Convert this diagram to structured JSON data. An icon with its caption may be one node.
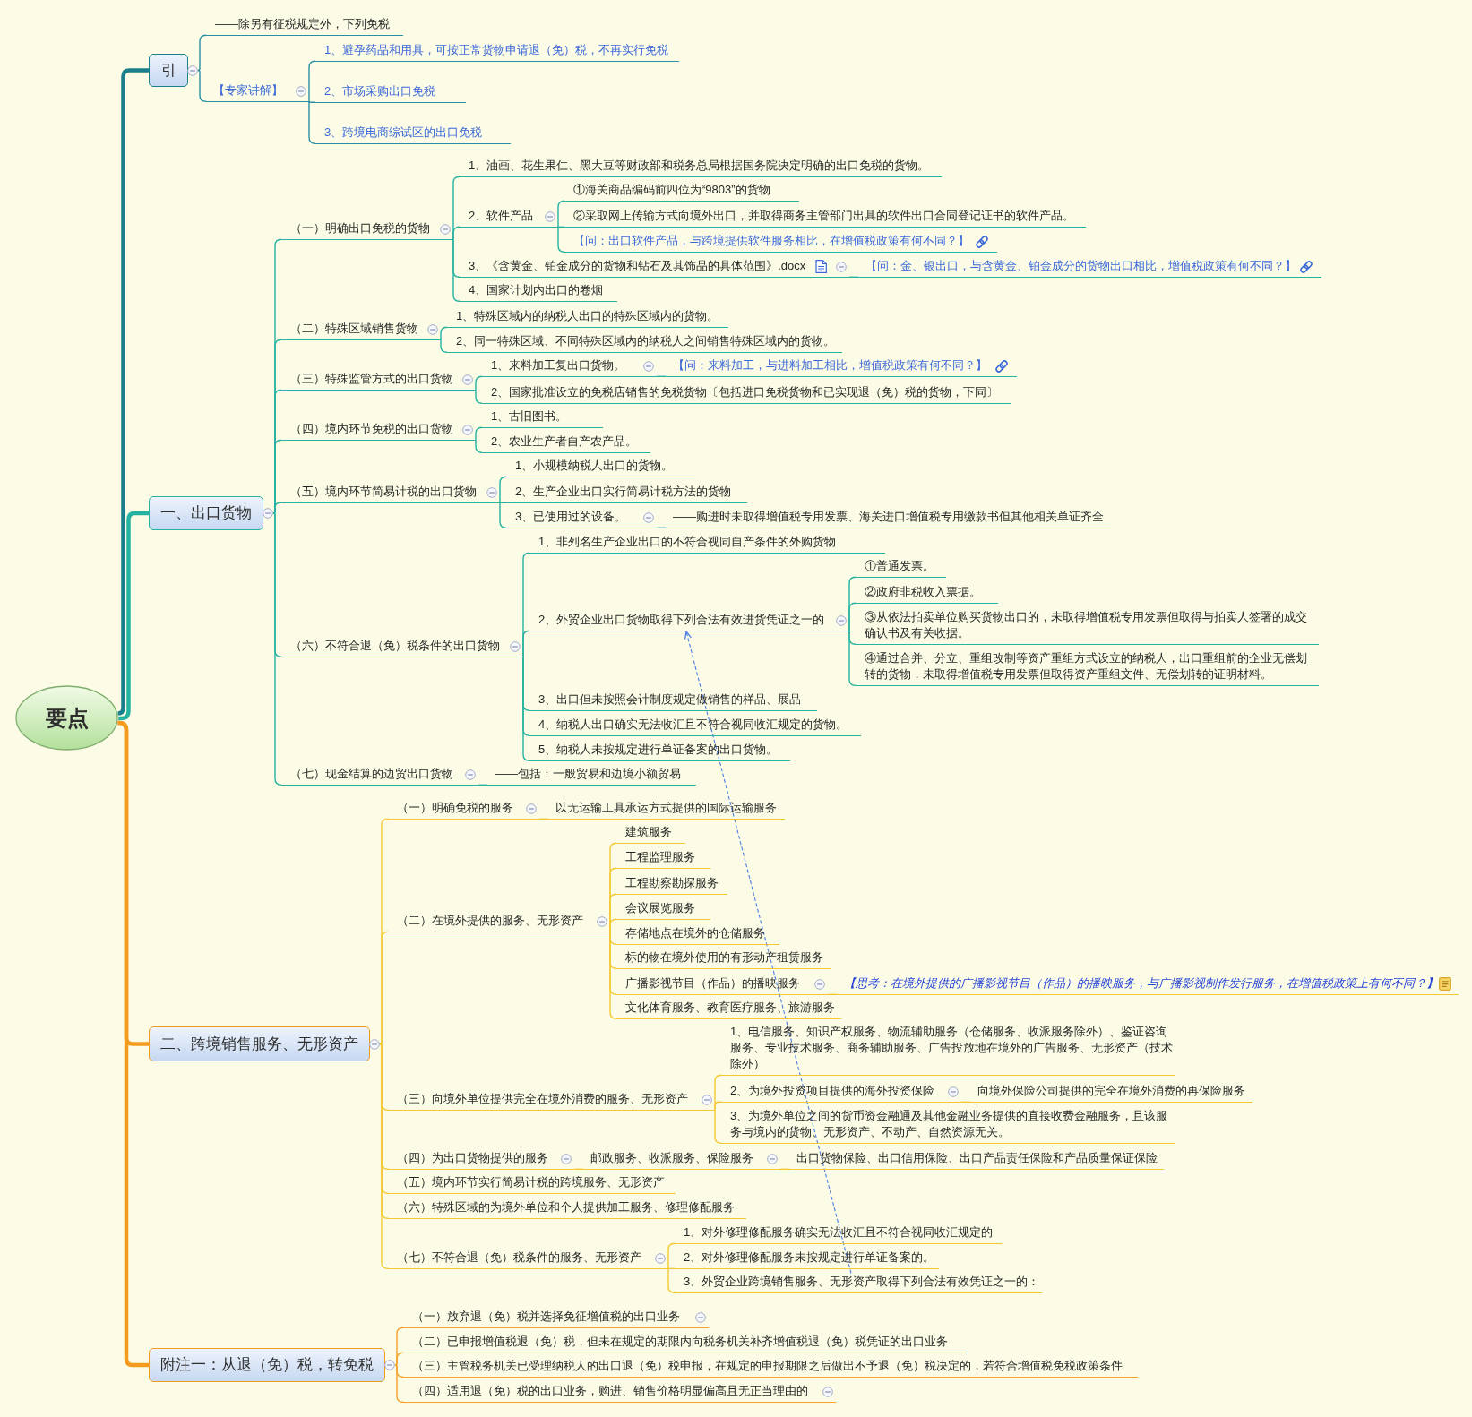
{
  "diagram": {
    "nodes": [
      {
        "text": [
          "要点"
        ]
      },
      {
        "text": [
          "引"
        ]
      },
      {
        "text": [
          "——除另有征税规定外，下列免税"
        ]
      },
      {
        "text": [
          "【专家讲解】"
        ]
      },
      {
        "text": [
          "1、避孕药品和用具，可按正常货物申请退（免）税，不再实行免税"
        ]
      },
      {
        "text": [
          "2、市场采购出口免税"
        ]
      },
      {
        "text": [
          "3、跨境电商综试区的出口免税"
        ]
      },
      {
        "text": [
          "一、出口货物"
        ]
      },
      {
        "text": [
          "（一）明确出口免税的货物"
        ]
      },
      {
        "text": [
          "1、油画、花生果仁、黑大豆等财政部和税务总局根据国务院决定明确的出口免税的货物。"
        ]
      },
      {
        "text": [
          "2、软件产品"
        ]
      },
      {
        "text": [
          "①海关商品编码前四位为“9803”的货物"
        ]
      },
      {
        "text": [
          "②采取网上传输方式向境外出口，并取得商务主管部门出具的软件出口合同登记证书的软件产品。"
        ]
      },
      {
        "text": [
          "【问：出口软件产品，与跨境提供软件服务相比，在增值税政策有何不同？】"
        ]
      },
      {
        "text": [
          "3、《含黄金、铂金成分的货物和钻石及其饰品的具体范围》.docx"
        ]
      },
      {
        "text": [
          "【问：金、银出口，与含黄金、铂金成分的货物出口相比，增值税政策有何不同？】"
        ]
      },
      {
        "text": [
          "4、国家计划内出口的卷烟"
        ]
      },
      {
        "text": [
          "（二）特殊区域销售货物"
        ]
      },
      {
        "text": [
          "1、特殊区域内的纳税人出口的特殊区域内的货物。"
        ]
      },
      {
        "text": [
          "2、同一特殊区域、不同特殊区域内的纳税人之间销售特殊区域内的货物。"
        ]
      },
      {
        "text": [
          "（三）特殊监管方式的出口货物"
        ]
      },
      {
        "text": [
          "1、来料加工复出口货物。"
        ]
      },
      {
        "text": [
          "【问：来料加工，与进料加工相比，增值税政策有何不同？】"
        ]
      },
      {
        "text": [
          "2、国家批准设立的免税店销售的免税货物〔包括进口免税货物和已实现退（免）税的货物，下同〕"
        ]
      },
      {
        "text": [
          "（四）境内环节免税的出口货物"
        ]
      },
      {
        "text": [
          "1、古旧图书。"
        ]
      },
      {
        "text": [
          "2、农业生产者自产农产品。"
        ]
      },
      {
        "text": [
          "（五）境内环节简易计税的出口货物"
        ]
      },
      {
        "text": [
          "1、小规模纳税人出口的货物。"
        ]
      },
      {
        "text": [
          "2、生产企业出口实行简易计税方法的货物"
        ]
      },
      {
        "text": [
          "3、已使用过的设备。"
        ]
      },
      {
        "text": [
          "——购进时未取得增值税专用发票、海关进口增值税专用缴款书但其他相关单证齐全"
        ]
      },
      {
        "text": [
          "（六）不符合退（免）税条件的出口货物"
        ]
      },
      {
        "text": [
          "1、非列名生产企业出口的不符合视同自产条件的外购货物"
        ]
      },
      {
        "text": [
          "2、外贸企业出口货物取得下列合法有效进货凭证之一的"
        ]
      },
      {
        "text": [
          "①普通发票。"
        ]
      },
      {
        "text": [
          "②政府非税收入票据。"
        ]
      },
      {
        "text": [
          "③从依法拍卖单位购买货物出口的，未取得增值税专用发票但取得与拍卖人签署的成交确认书及有关收据。"
        ]
      },
      {
        "text": [
          "④通过合并、分立、重组改制等资产重组方式设立的纳税人，出口重组前的企业无偿划转的货物，未取得增值税专用发票但取得资产重组文件、无偿划转的证明材料。"
        ]
      },
      {
        "text": [
          "3、出口但未按照会计制度规定做销售的样品、展品"
        ]
      },
      {
        "text": [
          "4、纳税人出口确实无法收汇且不符合视同收汇规定的货物。"
        ]
      },
      {
        "text": [
          "5、纳税人未按规定进行单证备案的出口货物。"
        ]
      },
      {
        "text": [
          "（七）现金结算的边贸出口货物"
        ]
      },
      {
        "text": [
          "——包括：一般贸易和边境小额贸易"
        ]
      },
      {
        "text": [
          "二、跨境销售服务、无形资产"
        ]
      },
      {
        "text": [
          "（一）明确免税的服务"
        ]
      },
      {
        "text": [
          "以无运输工具承运方式提供的国际运输服务"
        ]
      },
      {
        "text": [
          "（二）在境外提供的服务、无形资产"
        ]
      },
      {
        "text": [
          "建筑服务"
        ]
      },
      {
        "text": [
          "工程监理服务"
        ]
      },
      {
        "text": [
          "工程勘察勘探服务"
        ]
      },
      {
        "text": [
          "会议展览服务"
        ]
      },
      {
        "text": [
          "存储地点在境外的仓储服务"
        ]
      },
      {
        "text": [
          "标的物在境外使用的有形动产租赁服务"
        ]
      },
      {
        "text": [
          "广播影视节目（作品）的播映服务"
        ]
      },
      {
        "text": [
          "【思考：在境外提供的广播影视节目（作品）的播映服务，与广播影视制作发行服务，在增值税政策上有何不同？】"
        ]
      },
      {
        "text": [
          "文化体育服务、教育医疗服务、旅游服务"
        ]
      },
      {
        "text": [
          "（三）向境外单位提供完全在境外消费的服务、无形资产"
        ]
      },
      {
        "text": [
          "1、电信服务、知识产权服务、物流辅助服务（仓储服务、收派服务除外）、鉴证咨询服务、专业技术服务、商务辅助服务、广告投放地在境外的广告服务、无形资产（技术除外）"
        ]
      },
      {
        "text": [
          "2、为境外投资项目提供的海外投资保险"
        ]
      },
      {
        "text": [
          "向境外保险公司提供的完全在境外消费的再保险服务"
        ]
      },
      {
        "text": [
          "3、为境外单位之间的货币资金融通及其他金融业务提供的直接收费金融服务，且该服务与境内的货物、无形资产、不动产、自然资源无关。"
        ]
      },
      {
        "text": [
          "（四）为出口货物提供的服务"
        ]
      },
      {
        "text": [
          "邮政服务、收派服务、保险服务"
        ]
      },
      {
        "text": [
          "出口货物保险、出口信用保险、出口产品责任保险和产品质量保证保险"
        ]
      },
      {
        "text": [
          "（五）境内环节实行简易计税的跨境服务、无形资产"
        ]
      },
      {
        "text": [
          "（六）特殊区域的为境外单位和个人提供加工服务、修理修配服务"
        ]
      },
      {
        "text": [
          "（七）不符合退（免）税条件的服务、无形资产"
        ]
      },
      {
        "text": [
          "1、对外修理修配服务确实无法收汇且不符合视同收汇规定的"
        ]
      },
      {
        "text": [
          "2、对外修理修配服务未按规定进行单证备案的。"
        ]
      },
      {
        "text": [
          "3、外贸企业跨境销售服务、无形资产取得下列合法有效凭证之一的："
        ]
      },
      {
        "text": [
          "附注一：从退（免）税，转免税"
        ]
      },
      {
        "text": [
          "（一）放弃退（免）税并选择免征增值税的出口业务"
        ]
      },
      {
        "text": [
          "（二）已申报增值税退（免）税，但未在规定的期限内向税务机关补齐增值税退（免）税凭证的出口业务"
        ]
      },
      {
        "text": [
          "（三）主管税务机关已受理纳税人的出口退（免）税申报，在规定的申报期限之后做出不予退（免）税决定的，若符合增值税免税政策条件"
        ]
      },
      {
        "text": [
          "（四）适用退（免）税的出口业务，购进、销售价格明显偏高且无正当理由的"
        ]
      }
    ],
    "edges": [
      {
        "from": 0,
        "to": 1,
        "arrow": "none",
        "style": "thick",
        "color": "#1a7e8c"
      },
      {
        "from": 0,
        "to": 7,
        "arrow": "none",
        "style": "thick"
      },
      {
        "from": 0,
        "to": 44,
        "arrow": "none",
        "style": "thick",
        "color": "#f39b1f"
      },
      {
        "from": 0,
        "to": 71,
        "arrow": "none",
        "style": "thick",
        "color": "#f39b1f"
      },
      {
        "from": 1,
        "to": 2,
        "arrow": "none",
        "color": "#2a8fa3"
      },
      {
        "from": 1,
        "to": 3,
        "arrow": "none",
        "color": "#2a8fa3"
      },
      {
        "from": 3,
        "to": 4,
        "arrow": "none",
        "color": "#2a8fa3"
      },
      {
        "from": 3,
        "to": 5,
        "arrow": "none",
        "color": "#2a8fa3"
      },
      {
        "from": 3,
        "to": 6,
        "arrow": "none",
        "color": "#2a8fa3"
      },
      {
        "from": 7,
        "to": 8,
        "arrow": "none"
      },
      {
        "from": 8,
        "to": 9,
        "arrow": "none"
      },
      {
        "from": 8,
        "to": 10,
        "arrow": "none"
      },
      {
        "from": 10,
        "to": 11,
        "arrow": "none"
      },
      {
        "from": 10,
        "to": 12,
        "arrow": "none"
      },
      {
        "from": 10,
        "to": 13,
        "arrow": "none"
      },
      {
        "from": 8,
        "to": 14,
        "arrow": "none"
      },
      {
        "from": 14,
        "to": 15,
        "arrow": "none"
      },
      {
        "from": 8,
        "to": 16,
        "arrow": "none"
      },
      {
        "from": 7,
        "to": 17,
        "arrow": "none"
      },
      {
        "from": 17,
        "to": 18,
        "arrow": "none"
      },
      {
        "from": 17,
        "to": 19,
        "arrow": "none"
      },
      {
        "from": 7,
        "to": 20,
        "arrow": "none"
      },
      {
        "from": 20,
        "to": 21,
        "arrow": "none"
      },
      {
        "from": 21,
        "to": 22,
        "arrow": "none"
      },
      {
        "from": 20,
        "to": 23,
        "arrow": "none"
      },
      {
        "from": 7,
        "to": 24,
        "arrow": "none"
      },
      {
        "from": 24,
        "to": 25,
        "arrow": "none"
      },
      {
        "from": 24,
        "to": 26,
        "arrow": "none"
      },
      {
        "from": 7,
        "to": 27,
        "arrow": "none"
      },
      {
        "from": 27,
        "to": 28,
        "arrow": "none"
      },
      {
        "from": 27,
        "to": 29,
        "arrow": "none"
      },
      {
        "from": 27,
        "to": 30,
        "arrow": "none"
      },
      {
        "from": 30,
        "to": 31,
        "arrow": "none"
      },
      {
        "from": 7,
        "to": 32,
        "arrow": "none"
      },
      {
        "from": 32,
        "to": 33,
        "arrow": "none"
      },
      {
        "from": 32,
        "to": 34,
        "arrow": "none"
      },
      {
        "from": 34,
        "to": 35,
        "arrow": "none"
      },
      {
        "from": 34,
        "to": 36,
        "arrow": "none"
      },
      {
        "from": 34,
        "to": 37,
        "arrow": "none"
      },
      {
        "from": 34,
        "to": 38,
        "arrow": "none"
      },
      {
        "from": 32,
        "to": 39,
        "arrow": "none"
      },
      {
        "from": 32,
        "to": 40,
        "arrow": "none"
      },
      {
        "from": 32,
        "to": 41,
        "arrow": "none"
      },
      {
        "from": 7,
        "to": 42,
        "arrow": "none"
      },
      {
        "from": 42,
        "to": 43,
        "arrow": "none"
      },
      {
        "from": 44,
        "to": 45,
        "arrow": "none",
        "color": "#f2c935"
      },
      {
        "from": 45,
        "to": 46,
        "arrow": "none",
        "color": "#f2c935"
      },
      {
        "from": 44,
        "to": 47,
        "arrow": "none",
        "color": "#f2c935"
      },
      {
        "from": 47,
        "to": 48,
        "arrow": "none",
        "color": "#f2c935"
      },
      {
        "from": 47,
        "to": 49,
        "arrow": "none",
        "color": "#f2c935"
      },
      {
        "from": 47,
        "to": 50,
        "arrow": "none",
        "color": "#f2c935"
      },
      {
        "from": 47,
        "to": 51,
        "arrow": "none",
        "color": "#f2c935"
      },
      {
        "from": 47,
        "to": 52,
        "arrow": "none",
        "color": "#f2c935"
      },
      {
        "from": 47,
        "to": 53,
        "arrow": "none",
        "color": "#f2c935"
      },
      {
        "from": 47,
        "to": 54,
        "arrow": "none",
        "color": "#f2c935"
      },
      {
        "from": 54,
        "to": 55,
        "arrow": "none",
        "color": "#f2c935"
      },
      {
        "from": 47,
        "to": 56,
        "arrow": "none",
        "color": "#f2c935"
      },
      {
        "from": 44,
        "to": 57,
        "arrow": "none",
        "color": "#f2c935"
      },
      {
        "from": 57,
        "to": 58,
        "arrow": "none",
        "color": "#f2c935"
      },
      {
        "from": 57,
        "to": 59,
        "arrow": "none",
        "color": "#f2c935"
      },
      {
        "from": 59,
        "to": 60,
        "arrow": "none",
        "color": "#f2c935"
      },
      {
        "from": 57,
        "to": 61,
        "arrow": "none",
        "color": "#f2c935"
      },
      {
        "from": 44,
        "to": 62,
        "arrow": "none",
        "color": "#f2c935"
      },
      {
        "from": 62,
        "to": 63,
        "arrow": "none",
        "color": "#f2c935"
      },
      {
        "from": 63,
        "to": 64,
        "arrow": "none",
        "color": "#f2c935"
      },
      {
        "from": 44,
        "to": 65,
        "arrow": "none",
        "color": "#f2c935"
      },
      {
        "from": 44,
        "to": 66,
        "arrow": "none",
        "color": "#f2c935"
      },
      {
        "from": 44,
        "to": 67,
        "arrow": "none",
        "color": "#f2c935"
      },
      {
        "from": 67,
        "to": 68,
        "arrow": "none",
        "color": "#f2c935"
      },
      {
        "from": 67,
        "to": 69,
        "arrow": "none",
        "color": "#f2c935"
      },
      {
        "from": 67,
        "to": 70,
        "arrow": "none",
        "color": "#f2c935"
      },
      {
        "from": 71,
        "to": 72,
        "arrow": "none",
        "color": "#f4a12a"
      },
      {
        "from": 71,
        "to": 73,
        "arrow": "none",
        "color": "#f4a12a"
      },
      {
        "from": 71,
        "to": 74,
        "arrow": "none",
        "color": "#f4a12a"
      },
      {
        "from": 71,
        "to": 75,
        "arrow": "none",
        "color": "#f4a12a"
      },
      {
        "from": 70,
        "to": 34,
        "arrow": "to",
        "style": "dashed",
        "color": "#4a7fe3"
      }
    ]
  }
}
